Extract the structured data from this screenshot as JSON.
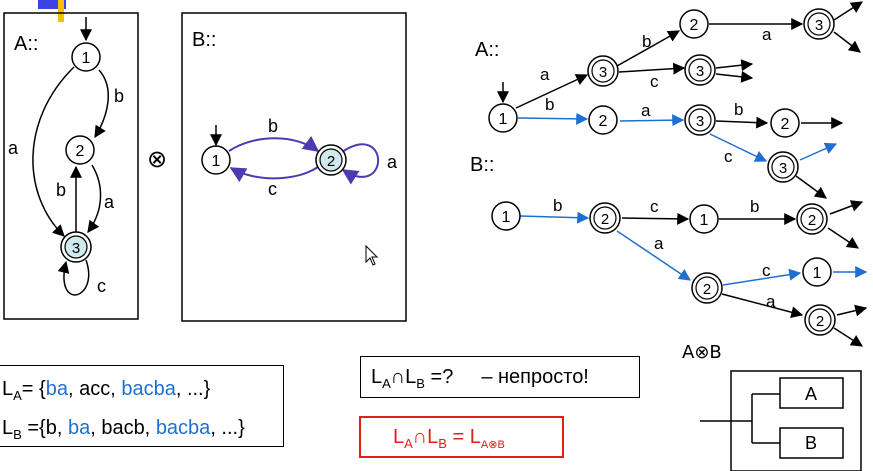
{
  "diagrams": {
    "autA_label": "A::",
    "autB_label": "B::",
    "product_symbol": "⊗",
    "treeA_label": "A::",
    "treeB_label": "B::"
  },
  "autA": {
    "states": [
      "1",
      "2",
      "3"
    ],
    "edge_labels": {
      "e12": "b",
      "e13": "a",
      "e23": "a",
      "e32": "b",
      "e33": "c"
    }
  },
  "autB": {
    "states": [
      "1",
      "2"
    ],
    "edge_labels": {
      "e12": "b",
      "e21": "c",
      "e22": "a"
    }
  },
  "treeA": {
    "nodes": {
      "r": "1",
      "n1": "3",
      "n2": "2",
      "n3": "2",
      "n4": "3",
      "n5": "3",
      "n6": "2",
      "n7": "3"
    },
    "edge_labels": {
      "r_n1": "a",
      "r_n2": "b",
      "n1_n3": "b",
      "n1_n4": "c",
      "n3_n7": "a",
      "n2_n5": "a",
      "n5_n6": "b",
      "n5_n8": "c"
    },
    "extra_node": "3"
  },
  "treeB": {
    "nodes": {
      "r": "1",
      "n1": "2",
      "n2": "1",
      "n3": "2",
      "n4": "2",
      "n5": "1",
      "n6": "2"
    },
    "edge_labels": {
      "r_n1": "b",
      "n1_n2": "c",
      "n2_n3": "b",
      "n1_n4": "a",
      "n4_n5": "c",
      "n4_n6": "a"
    }
  },
  "languages": {
    "LA": {
      "prefix": "L",
      "sub": "A",
      "eq": "= {",
      "w1": "ba",
      "sep1": ", acc, ",
      "w2": "bacba",
      "tail": ", ...}"
    },
    "LB": {
      "prefix": "L",
      "sub": "B",
      "eq": " ={b, ",
      "w1": "ba",
      "sep1": ", bacb, ",
      "w2": "bacba",
      "tail": ", ...}"
    }
  },
  "question": {
    "l1": "L",
    "s1": "A",
    "cap": "∩",
    "l2": "L",
    "s2": "B",
    "rest": " =?",
    "note": "– непросто!"
  },
  "answer": {
    "l1": "L",
    "s1": "A",
    "cap": "∩",
    "l2": "L",
    "s2": "B",
    "eq": " = L",
    "s3": "A⊗B"
  },
  "composite": {
    "title": "A⊗B",
    "blockA": "A",
    "blockB": "B"
  },
  "colors": {
    "blue": "#1f6fd1",
    "purple": "#4a3bb0",
    "red": "#e0201a",
    "accent_start": "#3b43e8",
    "state_fill": "#cfe9ec"
  }
}
